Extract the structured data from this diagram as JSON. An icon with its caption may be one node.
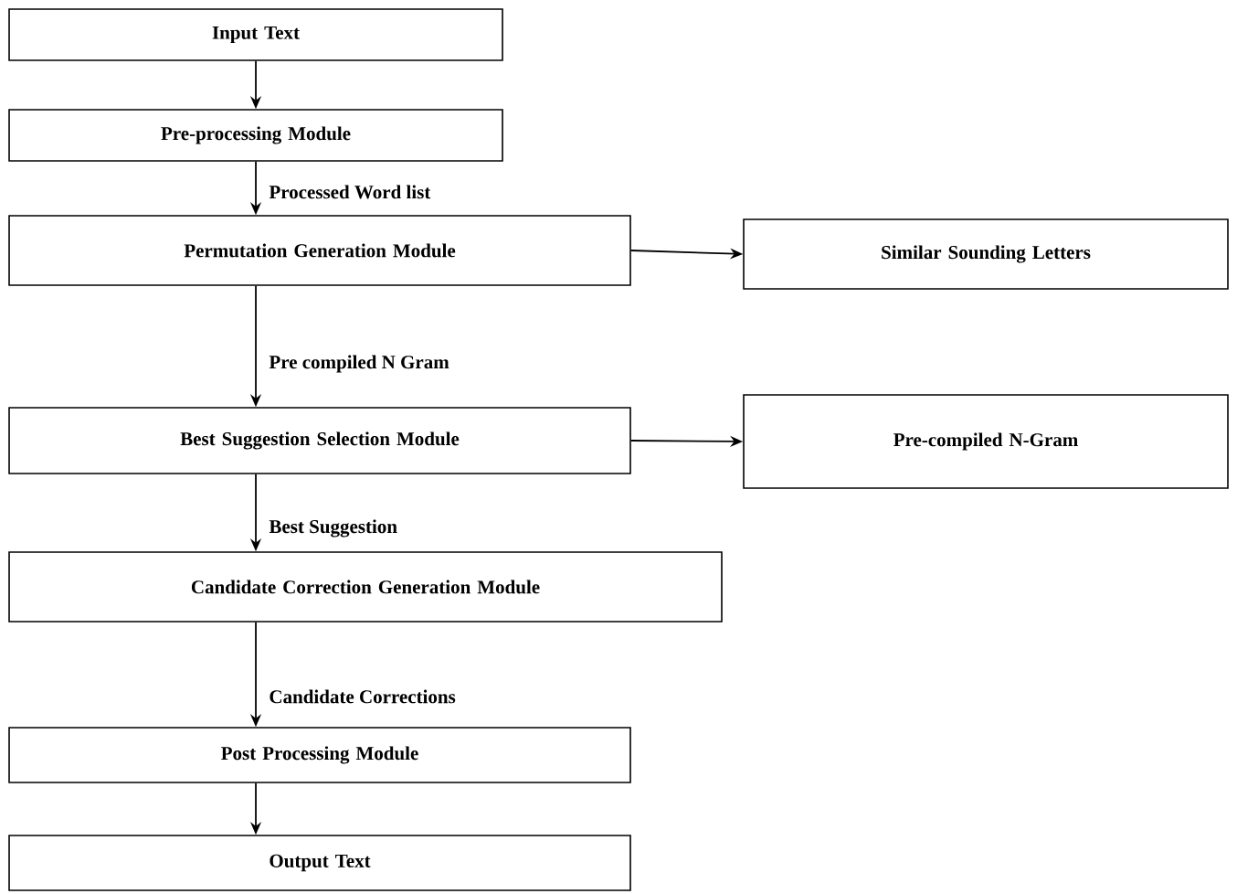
{
  "diagram": {
    "nodes": [
      {
        "text": [
          "Input Text"
        ]
      },
      {
        "text": [
          "Pre-processing Module"
        ]
      },
      {
        "text": [
          "Permutation Generation Module"
        ]
      },
      {
        "text": [
          "Similar Sounding Letters"
        ]
      },
      {
        "text": [
          "Best Suggestion Selection Module"
        ]
      },
      {
        "text": [
          "Pre-compiled N-Gram"
        ]
      },
      {
        "text": [
          "Candidate Correction Generation Module"
        ]
      },
      {
        "text": [
          "Post Processing Module"
        ]
      },
      {
        "text": [
          "Output Text"
        ]
      }
    ],
    "edges": [
      {
        "from": 0,
        "to": 1,
        "arrow": "to"
      },
      {
        "from": 1,
        "to": 2,
        "arrow": "to",
        "label": "Processed Word list"
      },
      {
        "from": 2,
        "to": 3,
        "arrow": "to"
      },
      {
        "from": 2,
        "to": 4,
        "arrow": "to",
        "label": "Pre compiled N Gram"
      },
      {
        "from": 4,
        "to": 5,
        "arrow": "to"
      },
      {
        "from": 4,
        "to": 6,
        "arrow": "to",
        "label": "Best Suggestion"
      },
      {
        "from": 6,
        "to": 7,
        "arrow": "to",
        "label": "Candidate Corrections"
      },
      {
        "from": 7,
        "to": 8,
        "arrow": "to"
      }
    ]
  }
}
